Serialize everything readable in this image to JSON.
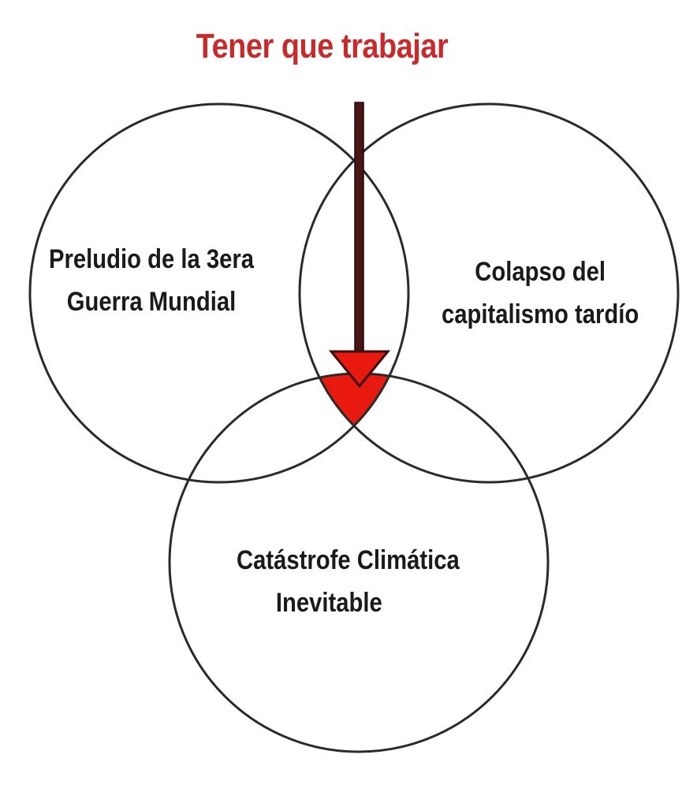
{
  "title": "Tener que trabajar",
  "circles": {
    "left": {
      "line1": "Preludio de la 3era",
      "line2": "Guerra Mundial"
    },
    "right": {
      "line1": "Colapso del",
      "line2": "capitalismo tardío"
    },
    "bottom": {
      "line1": "Catástrofe Climática",
      "line2": "Inevitable"
    }
  },
  "colors": {
    "title": "#c62a2a",
    "arrow": "#4a1515",
    "intersection": "#e8190f",
    "outline": "#2a2a2a"
  }
}
